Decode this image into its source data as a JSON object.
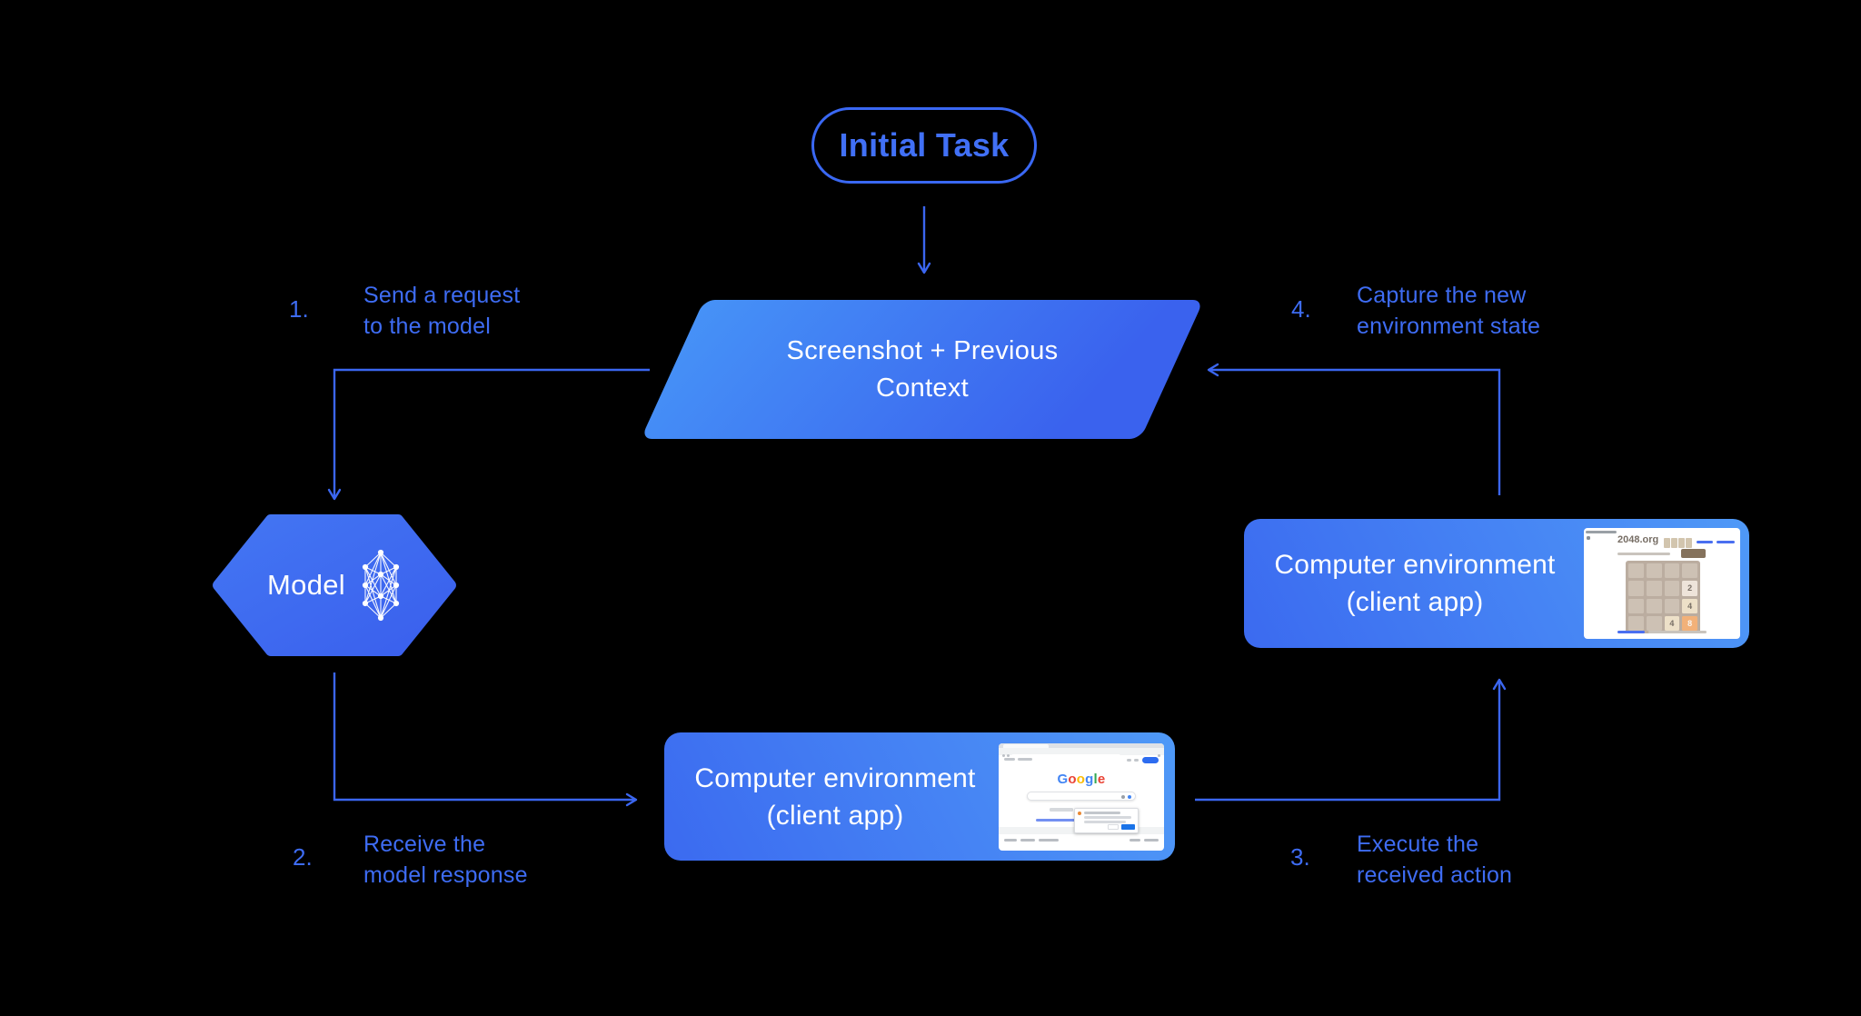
{
  "palette": {
    "background": "#000000",
    "line_blue": "#3b66f0",
    "label_blue": "#3e6cf3",
    "shape_light_blue": "#4f99f7",
    "shape_deep_blue": "#3a62ee",
    "shape_text": "#ffffff"
  },
  "nodes": {
    "initial_task": {
      "label": "Initial Task"
    },
    "screenshot_context": {
      "line1": "Screenshot + Previous",
      "line2": "Context"
    },
    "model": {
      "label": "Model",
      "icon": "neural-network-icon"
    },
    "env_bottom": {
      "line1": "Computer environment",
      "line2": "(client app)",
      "thumbnail": "google-homepage-screenshot"
    },
    "env_right": {
      "line1": "Computer environment",
      "line2": "(client app)",
      "thumbnail": "2048-game-screenshot"
    }
  },
  "steps": [
    {
      "num": "1.",
      "line1": "Send a request",
      "line2": "to the model"
    },
    {
      "num": "2.",
      "line1": "Receive the",
      "line2": "model response"
    },
    {
      "num": "3.",
      "line1": "Execute the",
      "line2": "received action"
    },
    {
      "num": "4.",
      "line1": "Capture the new",
      "line2": "environment state"
    }
  ],
  "google_thumb": {
    "logo": [
      "G",
      "o",
      "o",
      "g",
      "l",
      "e"
    ]
  },
  "g2048_thumb": {
    "title": "2048.org",
    "tiles": [
      {
        "value": "2",
        "row": 2,
        "col": 4
      },
      {
        "value": "4",
        "row": 3,
        "col": 4
      },
      {
        "value": "4",
        "row": 4,
        "col": 3
      },
      {
        "value": "8",
        "row": 4,
        "col": 4
      }
    ]
  }
}
